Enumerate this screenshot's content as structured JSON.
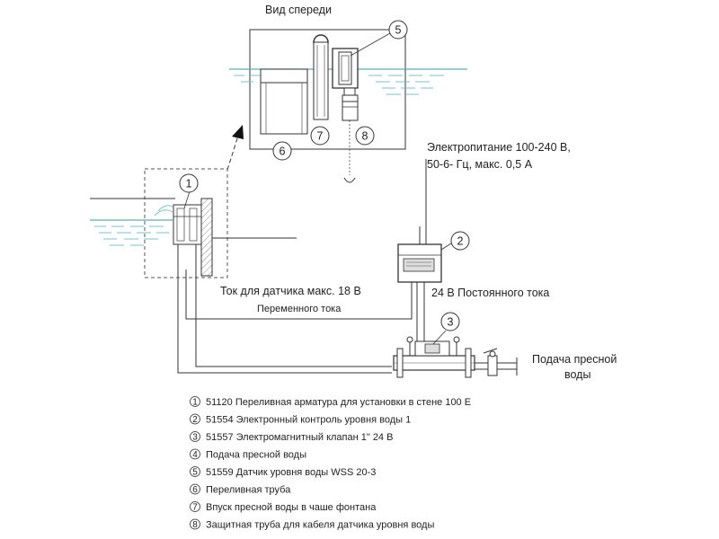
{
  "diagram": {
    "labels": {
      "front_view": "Вид спереди",
      "power_1": "Электропитание 100-240 В,",
      "power_2": "50-6- Гц, макс. 0,5 А",
      "sensor_current": "Ток для датчика макс. 18 В",
      "ac": "Переменного тока",
      "dc": "24 В Постоянного тока",
      "water_1": "Подача пресной",
      "water_2": "воды"
    },
    "callouts": [
      "1",
      "2",
      "3",
      "5",
      "6",
      "7",
      "8"
    ],
    "colors": {
      "water_line": "#5aaeb2",
      "water_dash": "#7cc2c6",
      "line": "#333333"
    }
  },
  "legend": [
    {
      "num": "1",
      "text": "51120 Переливная арматура для установки в стене 100 Е"
    },
    {
      "num": "2",
      "text": "51554 Электронный контроль уровня воды 1"
    },
    {
      "num": "3",
      "text": "51557 Электромагнитный клапан 1\" 24 В"
    },
    {
      "num": "4",
      "text": "Подача пресной воды"
    },
    {
      "num": "5",
      "text": "51559 Датчик уровня воды WSS 20-3"
    },
    {
      "num": "6",
      "text": "Переливная труба"
    },
    {
      "num": "7",
      "text": "Впуск пресной воды в чаше фонтана"
    },
    {
      "num": "8",
      "text": "Защитная труба для кабеля датчика уровня воды"
    }
  ]
}
